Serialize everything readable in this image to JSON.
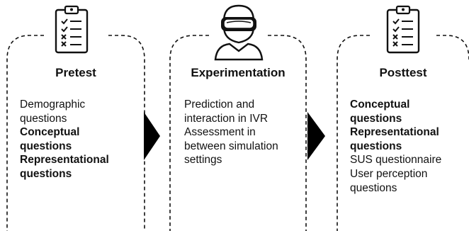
{
  "stages": [
    {
      "title": "Pretest",
      "icon": "clipboard-checklist-icon",
      "lines": [
        {
          "text": "Demographic",
          "bold": false
        },
        {
          "text": "questions",
          "bold": false
        },
        {
          "text": "Conceptual",
          "bold": true
        },
        {
          "text": "questions",
          "bold": true
        },
        {
          "text": "Representational",
          "bold": true
        },
        {
          "text": "questions",
          "bold": true
        }
      ]
    },
    {
      "title": "Experimentation",
      "icon": "vr-headset-person-icon",
      "lines": [
        {
          "text": "Prediction and",
          "bold": false
        },
        {
          "text": "interaction in IVR",
          "bold": false
        },
        {
          "text": "Assessment in",
          "bold": false
        },
        {
          "text": "between simulation",
          "bold": false
        },
        {
          "text": "settings",
          "bold": false
        }
      ]
    },
    {
      "title": "Posttest",
      "icon": "clipboard-checklist-icon",
      "lines": [
        {
          "text": "Conceptual",
          "bold": true
        },
        {
          "text": "questions",
          "bold": true
        },
        {
          "text": "Representational",
          "bold": true
        },
        {
          "text": "questions",
          "bold": true
        },
        {
          "text": "SUS questionnaire",
          "bold": false
        },
        {
          "text": "User perception",
          "bold": false
        },
        {
          "text": "questions",
          "bold": false
        }
      ]
    }
  ],
  "connectors": [
    "arrow-right-icon",
    "arrow-right-icon"
  ],
  "colors": {
    "stroke": "#111111",
    "arrow": "#000000",
    "background": "#ffffff"
  }
}
